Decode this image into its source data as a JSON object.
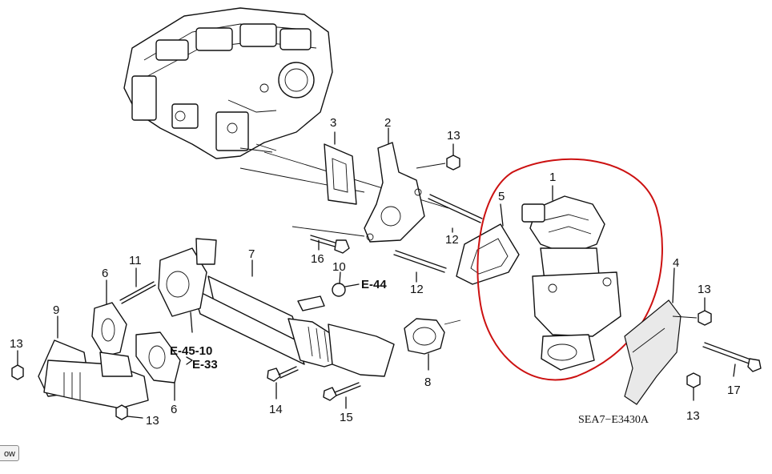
{
  "diagram": {
    "callouts": {
      "c1": "1",
      "c2": "2",
      "c3": "3",
      "c4": "4",
      "c5": "5",
      "c6a": "6",
      "c6b": "6",
      "c7": "7",
      "c8": "8",
      "c9": "9",
      "c10": "10",
      "c11": "11",
      "c12a": "12",
      "c12b": "12",
      "c13a": "13",
      "c13b": "13",
      "c13c": "13",
      "c13d": "13",
      "c13e": "13",
      "c14": "14",
      "c15": "15",
      "c16": "16",
      "c17": "17"
    },
    "references": {
      "e44": "E-44",
      "e4510": "E-45-10",
      "e33": "E-33"
    },
    "code": "SEA7−E3430A",
    "highlight_color": "#cc1111"
  },
  "button": {
    "label": "ow"
  }
}
